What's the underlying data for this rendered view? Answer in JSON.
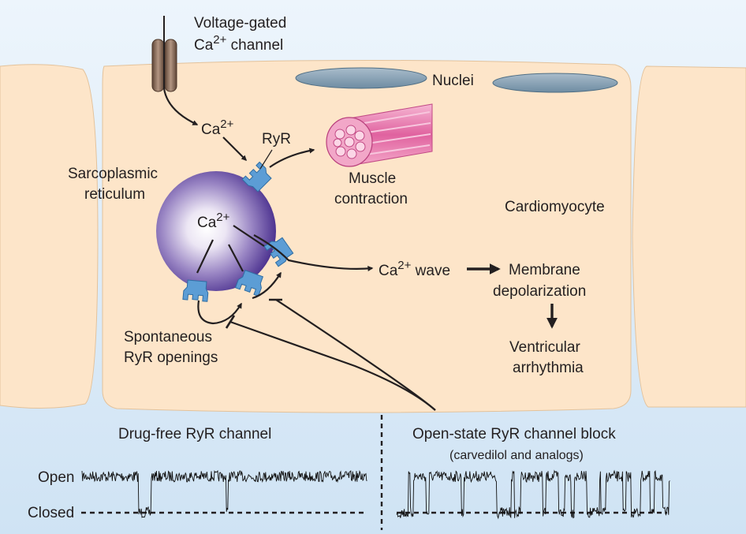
{
  "channel": {
    "line1": "Voltage-gated",
    "line2_prefix": "Ca",
    "line2_sup": "2+",
    "line2_suffix": " channel"
  },
  "nuclei": "Nuclei",
  "ca_ion": {
    "base": "Ca",
    "sup": "2+"
  },
  "ryr": "RyR",
  "muscle": {
    "line1": "Muscle",
    "line2": "contraction"
  },
  "sr": {
    "line1": "Sarcoplasmic",
    "line2": "reticulum"
  },
  "cardiomyocyte": "Cardiomyocyte",
  "ca_wave": {
    "base": "Ca",
    "sup": "2+",
    "suffix": " wave"
  },
  "membrane": {
    "line1": "Membrane",
    "line2": "depolarization"
  },
  "ventricular": {
    "line1": "Ventricular",
    "line2": "arrhythmia"
  },
  "spontaneous": {
    "line1": "Spontaneous",
    "line2": "RyR openings"
  },
  "drug_free": "Drug-free RyR channel",
  "open_state": {
    "line1": "Open-state RyR channel block",
    "line2": "(carvedilol and analogs)"
  },
  "trace_labels": {
    "open": "Open",
    "closed": "Closed"
  },
  "colors": {
    "background": "#e2effa",
    "cell": "#fde5c9",
    "sr": "#5b3f97",
    "ryr": "#5c9dd5",
    "nuclei": "#8aa4b6",
    "muscle": "#e273a8",
    "channel": "#8c6f5c"
  },
  "icons": [
    "ryr-receptor-icon",
    "voltage-gated-channel-icon",
    "muscle-fiber-icon",
    "nucleus-icon",
    "inhibition-bar-icon"
  ]
}
